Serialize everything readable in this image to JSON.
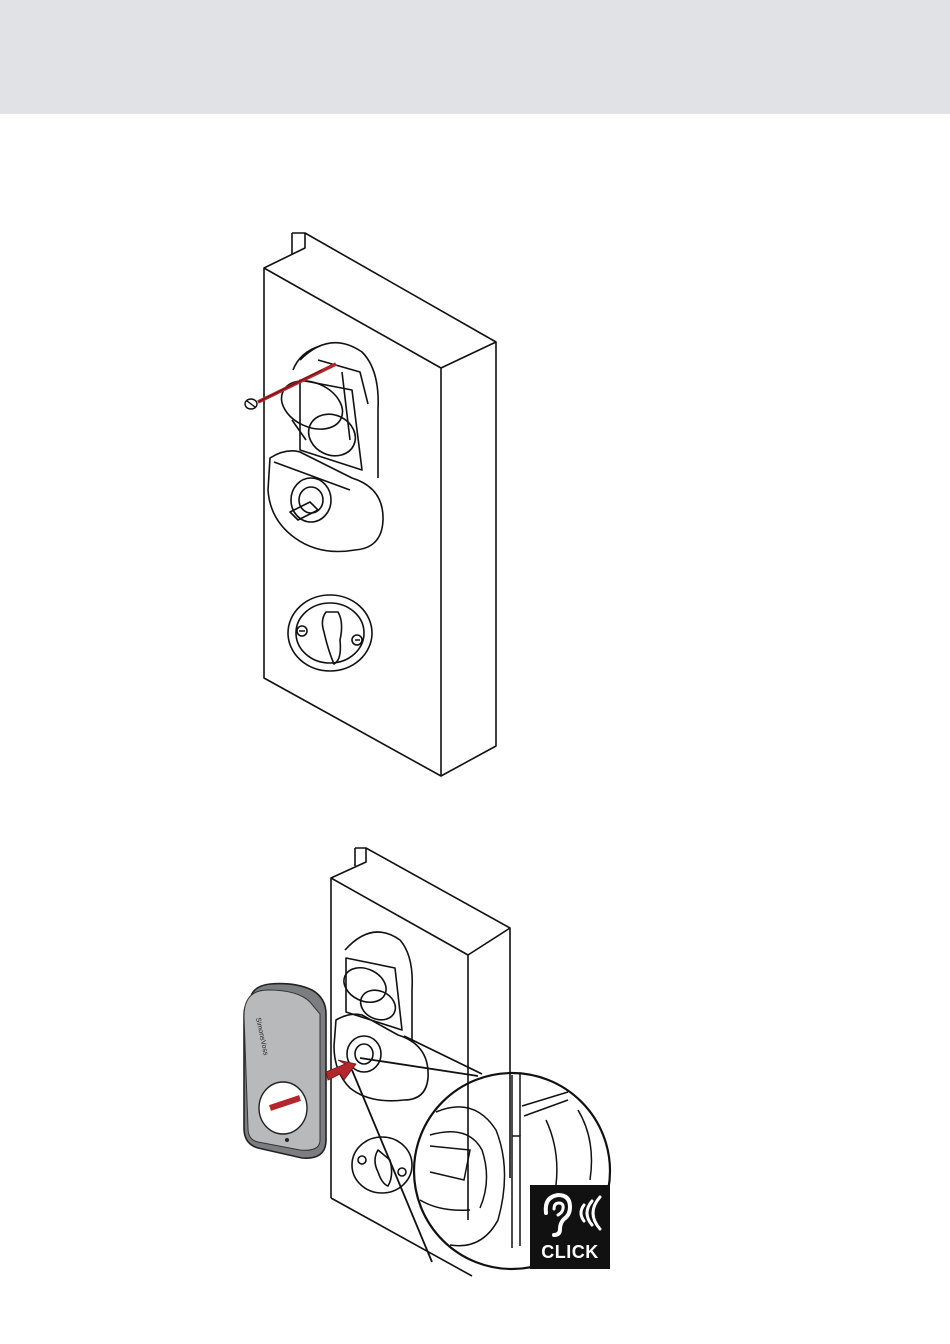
{
  "header": {
    "background": "#e1e2e5"
  },
  "illustrations": {
    "step1": {
      "description_icon": "screw-insert",
      "arrow_color": "#b3262b"
    },
    "step2": {
      "brand_label": "SimonsVoss",
      "arrow_color": "#b3262b"
    }
  },
  "badge": {
    "label": "CLICK",
    "icon": "ear-sound-icon"
  }
}
